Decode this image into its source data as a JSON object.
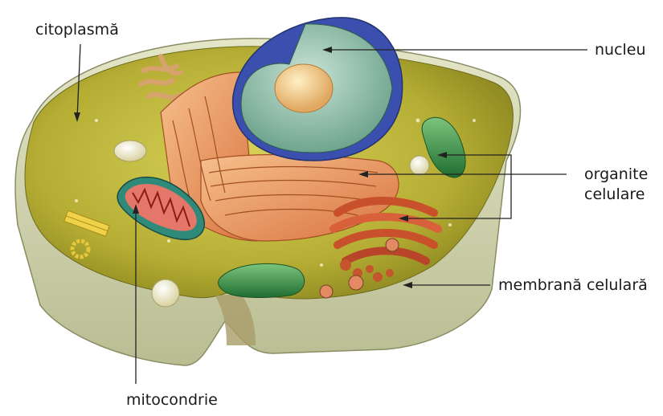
{
  "labels": {
    "cytoplasm": "citoplasmă",
    "nucleus": "nucleu",
    "organelles_line1": "organite",
    "organelles_line2": "celulare",
    "membrane": "membrană celulară",
    "mitochondrion": "mitocondrie"
  },
  "colors": {
    "cytoplasm": "#bfba3c",
    "membrane": "#d9dcb8",
    "nucleus_envelope": "#3a4fae",
    "nucleolus": "#f1c98a",
    "endoplasmic_reticulum": "#e9935a",
    "golgi": "#cf5a32",
    "mitochondrion_outer": "#2f8a7a",
    "mitochondrion_inner": "#c8442f",
    "vacuole_green": "#3e9a4a",
    "leader_line": "#222222"
  }
}
